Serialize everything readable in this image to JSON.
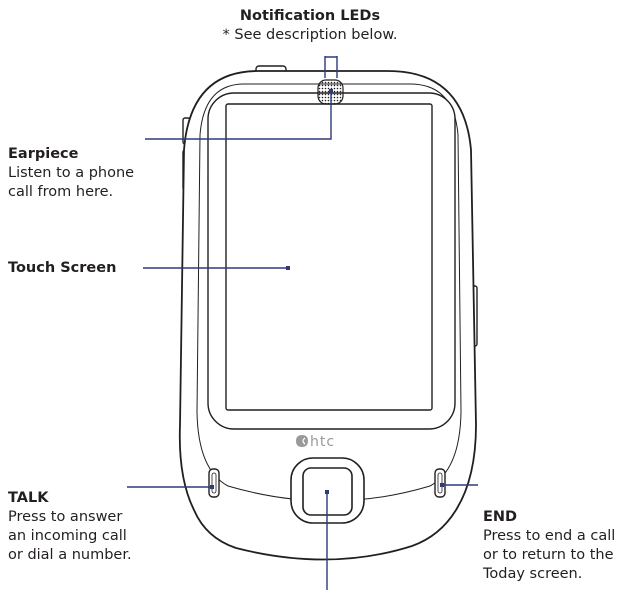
{
  "callouts": {
    "notification_leds": {
      "title": "Notification LEDs",
      "note": "* See description below."
    },
    "earpiece": {
      "title": "Earpiece",
      "lines": [
        "Listen to a phone",
        "call from here."
      ]
    },
    "touch_screen": {
      "title": "Touch Screen"
    },
    "talk": {
      "title": "TALK",
      "lines": [
        "Press to answer",
        "an incoming call",
        "or dial a number."
      ]
    },
    "end": {
      "title": "END",
      "lines": [
        "Press to end a call",
        "or to return to the",
        "Today screen."
      ]
    }
  },
  "device": {
    "brand_logo": "htc",
    "body_color": "#ffffff",
    "outline_color": "#231f20",
    "leader_line_color": "#2e3a7a"
  }
}
